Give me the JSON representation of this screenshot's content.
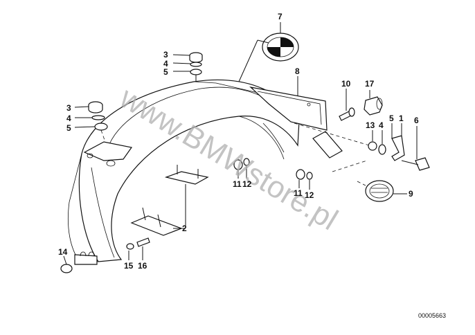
{
  "watermark": "www.BMWstore.pl",
  "document_number": "00005663",
  "callouts": {
    "c7": "7",
    "c8": "8",
    "c10": "10",
    "c17": "17",
    "c3a": "3",
    "c4a": "4",
    "c5a": "5",
    "c3b": "3",
    "c4b": "4",
    "c5b": "5",
    "c13": "13",
    "c4c": "4",
    "c5c": "5",
    "c1": "1",
    "c6": "6",
    "c11a": "11",
    "c12a": "12",
    "c11b": "11",
    "c12b": "12",
    "c9": "9",
    "c2": "2",
    "c14": "14",
    "c15": "15",
    "c16": "16"
  },
  "colors": {
    "line": "#111111",
    "watermark": "#b0b0b0",
    "background": "#ffffff"
  }
}
